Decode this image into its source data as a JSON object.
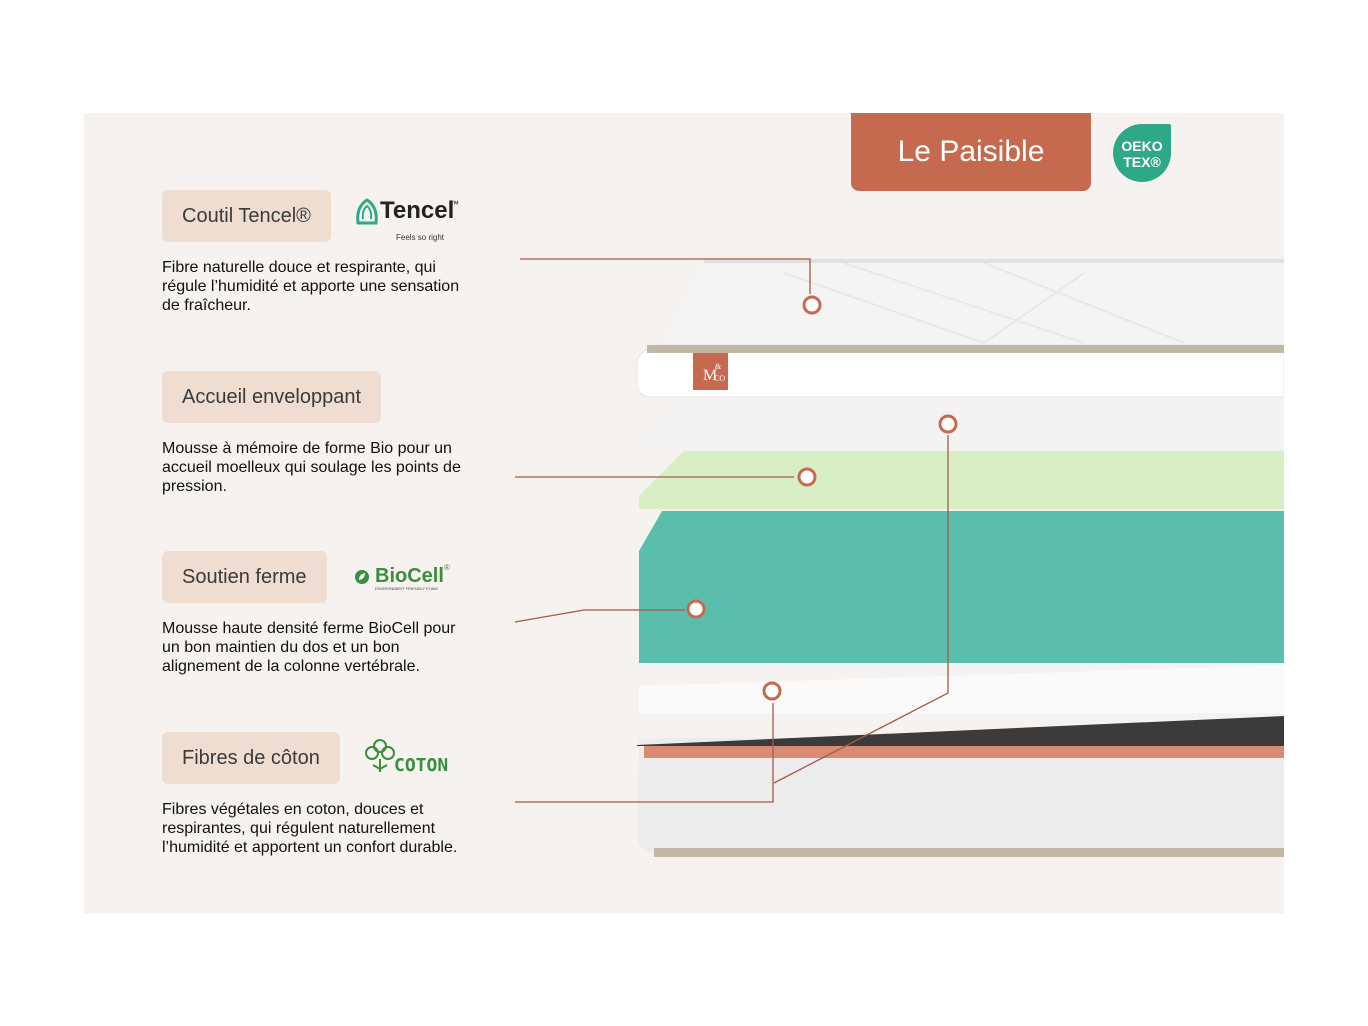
{
  "product": {
    "name": "Le Paisible",
    "certification": [
      "OEKO",
      "TEX®"
    ],
    "brand_mark": [
      "M",
      "&",
      "CO"
    ]
  },
  "layers": [
    {
      "title": "Coutil Tencel®",
      "logo": {
        "name": "Tencel",
        "sup": "™",
        "tagline": "Feels so right"
      },
      "description": [
        "Fibre naturelle douce et respirante, qui",
        "régule l’humidité et apporte une sensation",
        "de fraîcheur."
      ]
    },
    {
      "title": "Accueil enveloppant",
      "description": [
        "Mousse à mémoire de forme Bio pour un",
        "accueil moelleux qui soulage les points de",
        "pression."
      ]
    },
    {
      "title": "Soutien ferme",
      "logo": {
        "name": "BioCell",
        "sup": "®",
        "tagline": "ENVIRONMENT FRIENDLY FOAM"
      },
      "description": [
        "Mousse haute densité ferme BioCell pour",
        "un bon maintien du dos et un bon",
        "alignement de la colonne vertébrale."
      ]
    },
    {
      "title": "Fibres de côton",
      "logo": {
        "name": "COTON"
      },
      "description": [
        "Fibres végétales en coton, douces et",
        "respirantes, qui régulent naturellement",
        "l’humidité et apportent un confort durable."
      ]
    }
  ],
  "colors": {
    "accent": "#c66a4f",
    "pill": "#f0ddd2",
    "panel": "#f6f2ef",
    "memory_foam": "#d8efc4",
    "support_foam": "#5bbdac",
    "oeko": "#2fa88a",
    "logo_green": "#3a8f3e"
  }
}
